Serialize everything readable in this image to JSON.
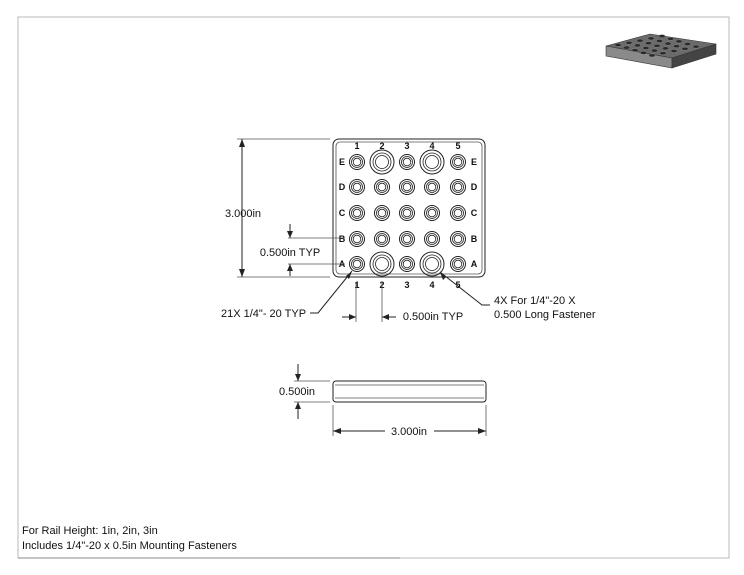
{
  "drawing": {
    "columns": [
      "1",
      "2",
      "3",
      "4",
      "5"
    ],
    "rows": [
      "E",
      "D",
      "C",
      "B",
      "A"
    ],
    "dim_height": "3.000in",
    "dim_row_pitch": "0.500in TYP",
    "dim_col_pitch": "0.500in TYP",
    "hole_callout": "21X 1/4\"- 20 TYP",
    "fastener_callout_1": "4X For 1/4\"-20 X",
    "fastener_callout_2": "0.500 Long Fastener",
    "side_thickness": "0.500in",
    "side_width": "3.000in"
  },
  "notes": {
    "line1": "For Rail Height: 1in, 2in, 3in",
    "line2": "Includes 1/4\"-20 x 0.5in Mounting Fasteners"
  }
}
